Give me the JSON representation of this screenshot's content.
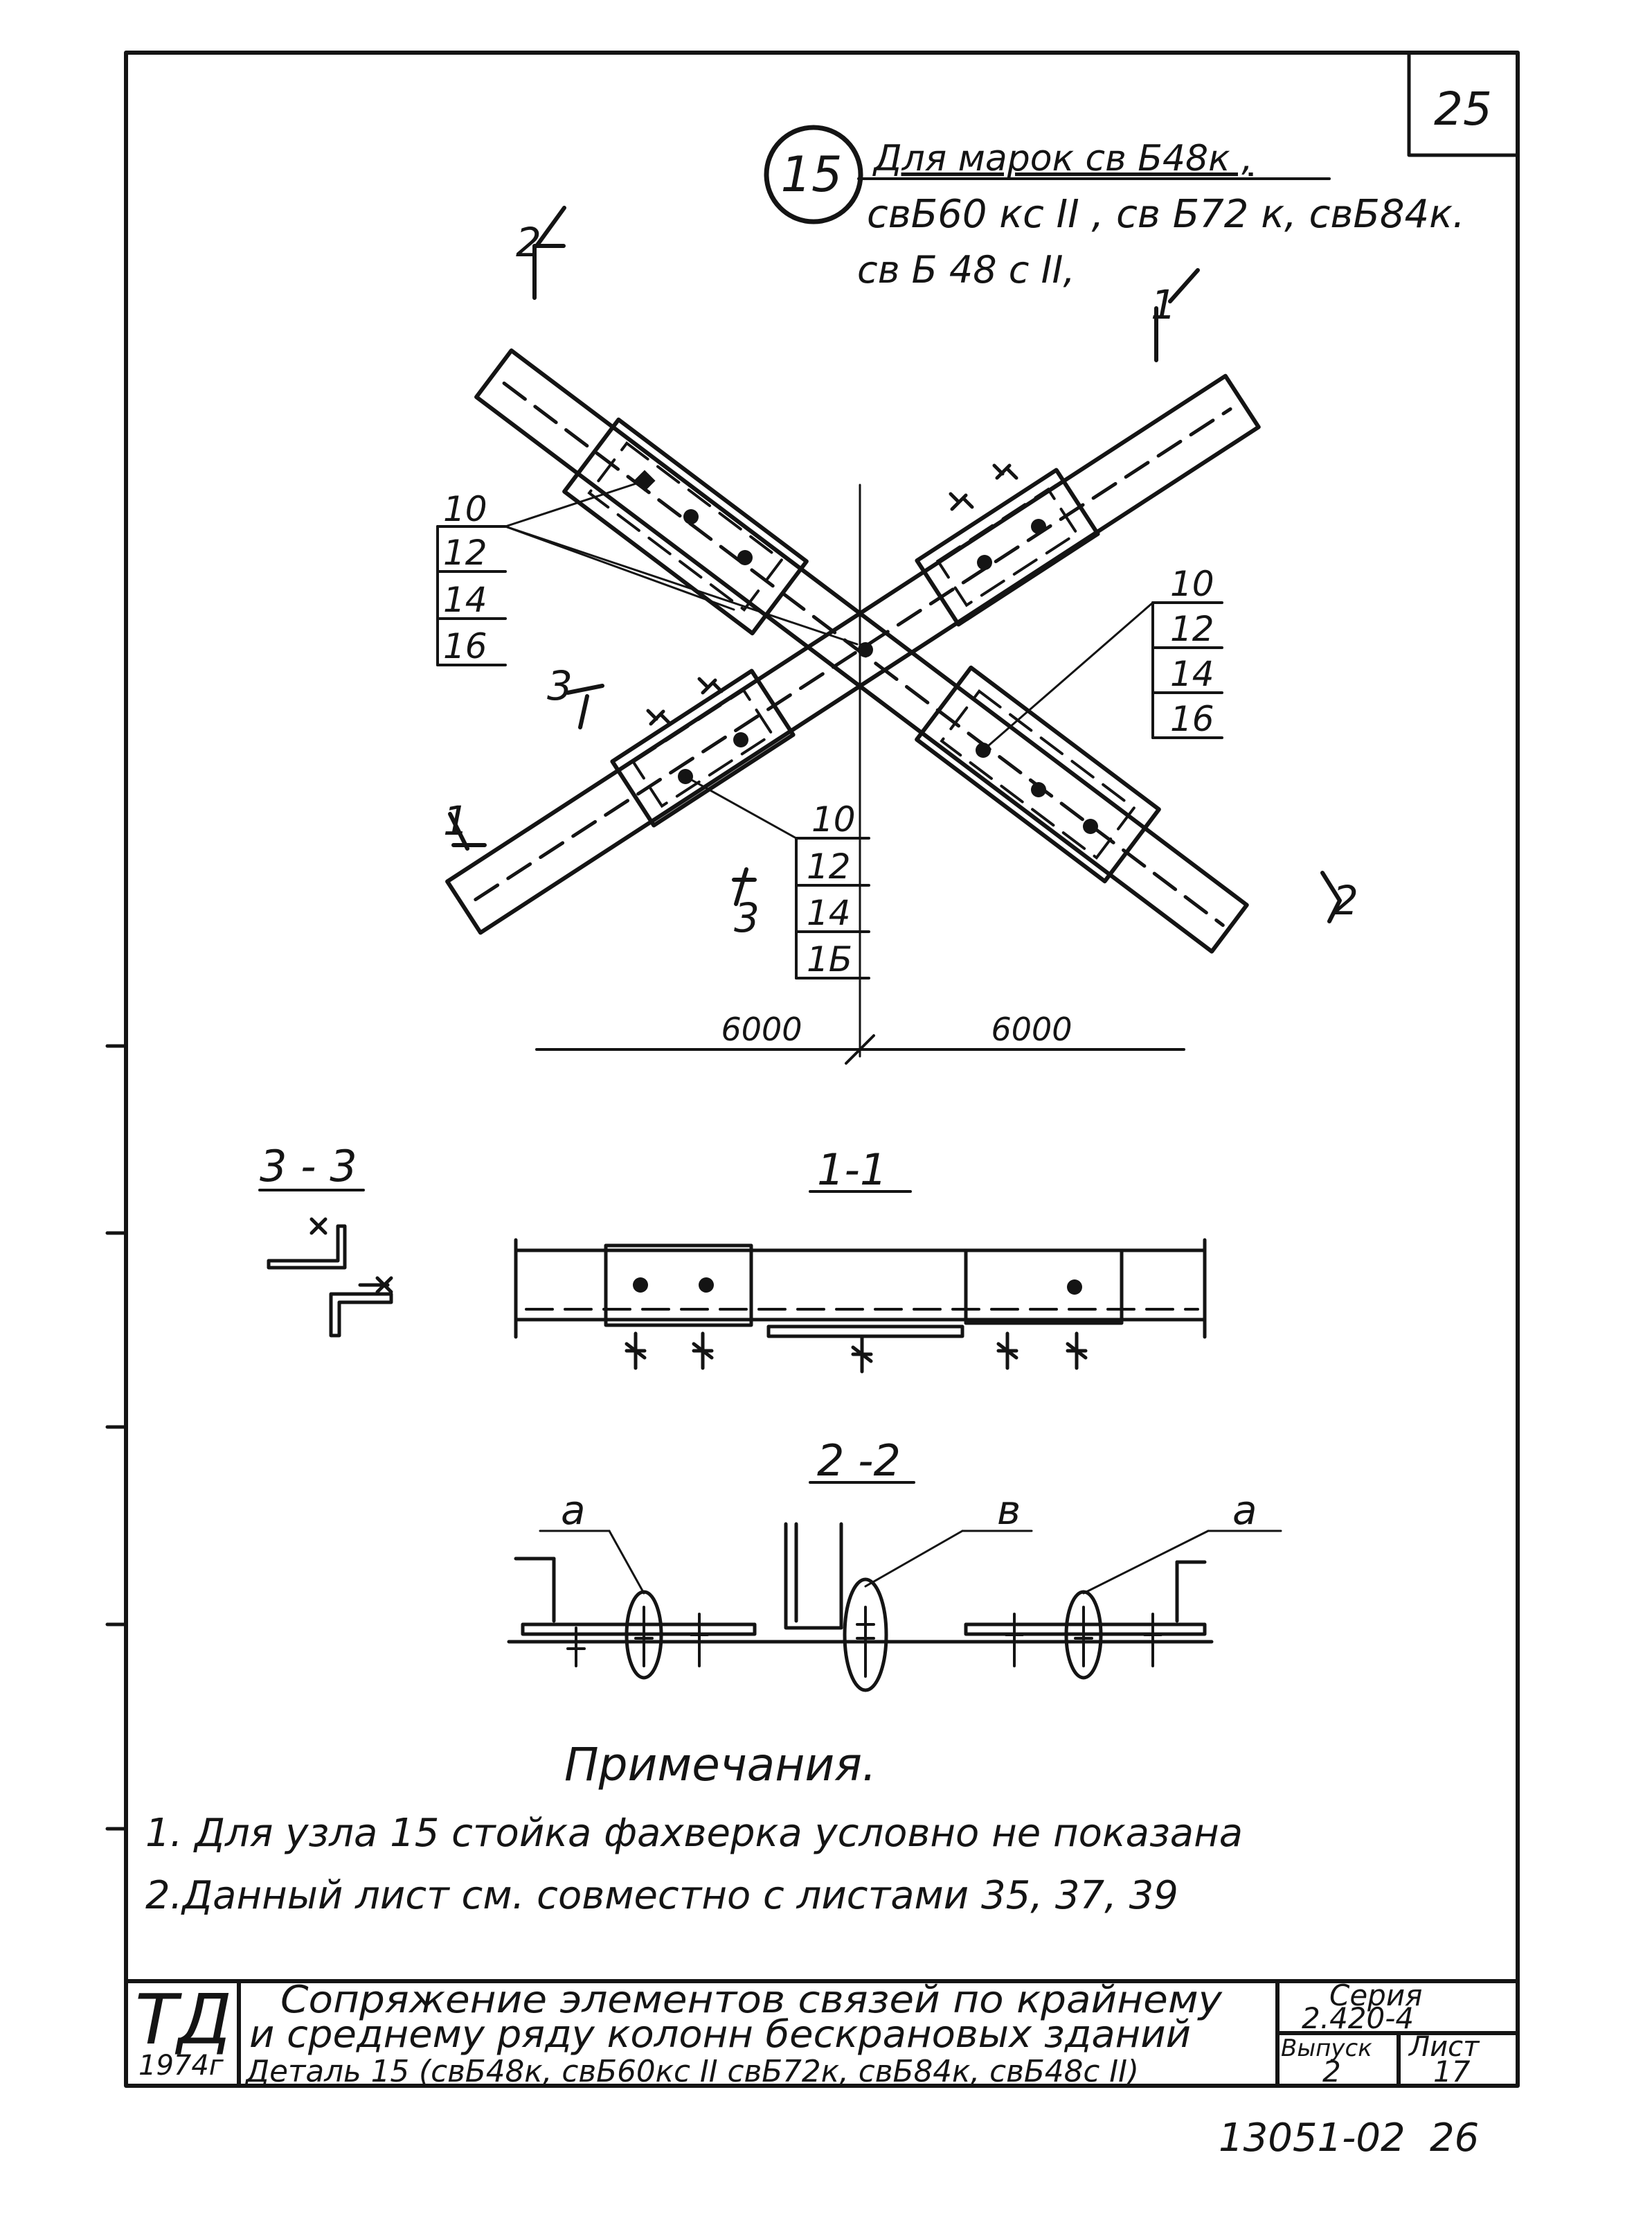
{
  "sheet": {
    "sheet_number": "25",
    "node_number": "15",
    "node_caption_line1": "Для марок св Б48к ,",
    "node_caption_line2": "свБ60 кс II , св Б72 к, свБ84к.",
    "node_caption_line3": "св Б 48 с II,"
  },
  "plan": {
    "section_marks": [
      "2",
      "1",
      "3",
      "1",
      "3",
      "2"
    ],
    "callout_left": [
      "10",
      "12",
      "14",
      "16"
    ],
    "callout_right": [
      "10",
      "12",
      "14",
      "16"
    ],
    "callout_bottom": [
      "10",
      "12",
      "14",
      "1Б"
    ],
    "dim_left": "6000",
    "dim_right": "6000"
  },
  "sections": {
    "s33_title": "3 - 3",
    "s11_title": "1-1",
    "s22_title": "2 -2",
    "s22_label_a_left": "а",
    "s22_label_b": "в",
    "s22_label_a_right": "а"
  },
  "notes": {
    "heading": "Примечания.",
    "items": [
      "1. Для узла 15 стойка фахверка условно не показана",
      "2.Данный лист см. совместно с листами 35, 37, 39"
    ]
  },
  "title_block": {
    "org_logo": "ТД",
    "year": "1974г",
    "title_line1": "Сопряжение элементов связей по крайнему",
    "title_line2": "и среднему ряду колонн бескрановых зданий",
    "title_line3": "Деталь 15 (свБ48к, свБ60кс II свБ72к, свБ84к, свБ48с II)",
    "series_label": "Серия",
    "series_value": "2.420-4",
    "issue_label": "Выпуск",
    "issue_value": "2",
    "sheet_label": "Лист",
    "sheet_value": "17"
  },
  "footer": {
    "archive_number": "13051-02",
    "page": "26"
  }
}
